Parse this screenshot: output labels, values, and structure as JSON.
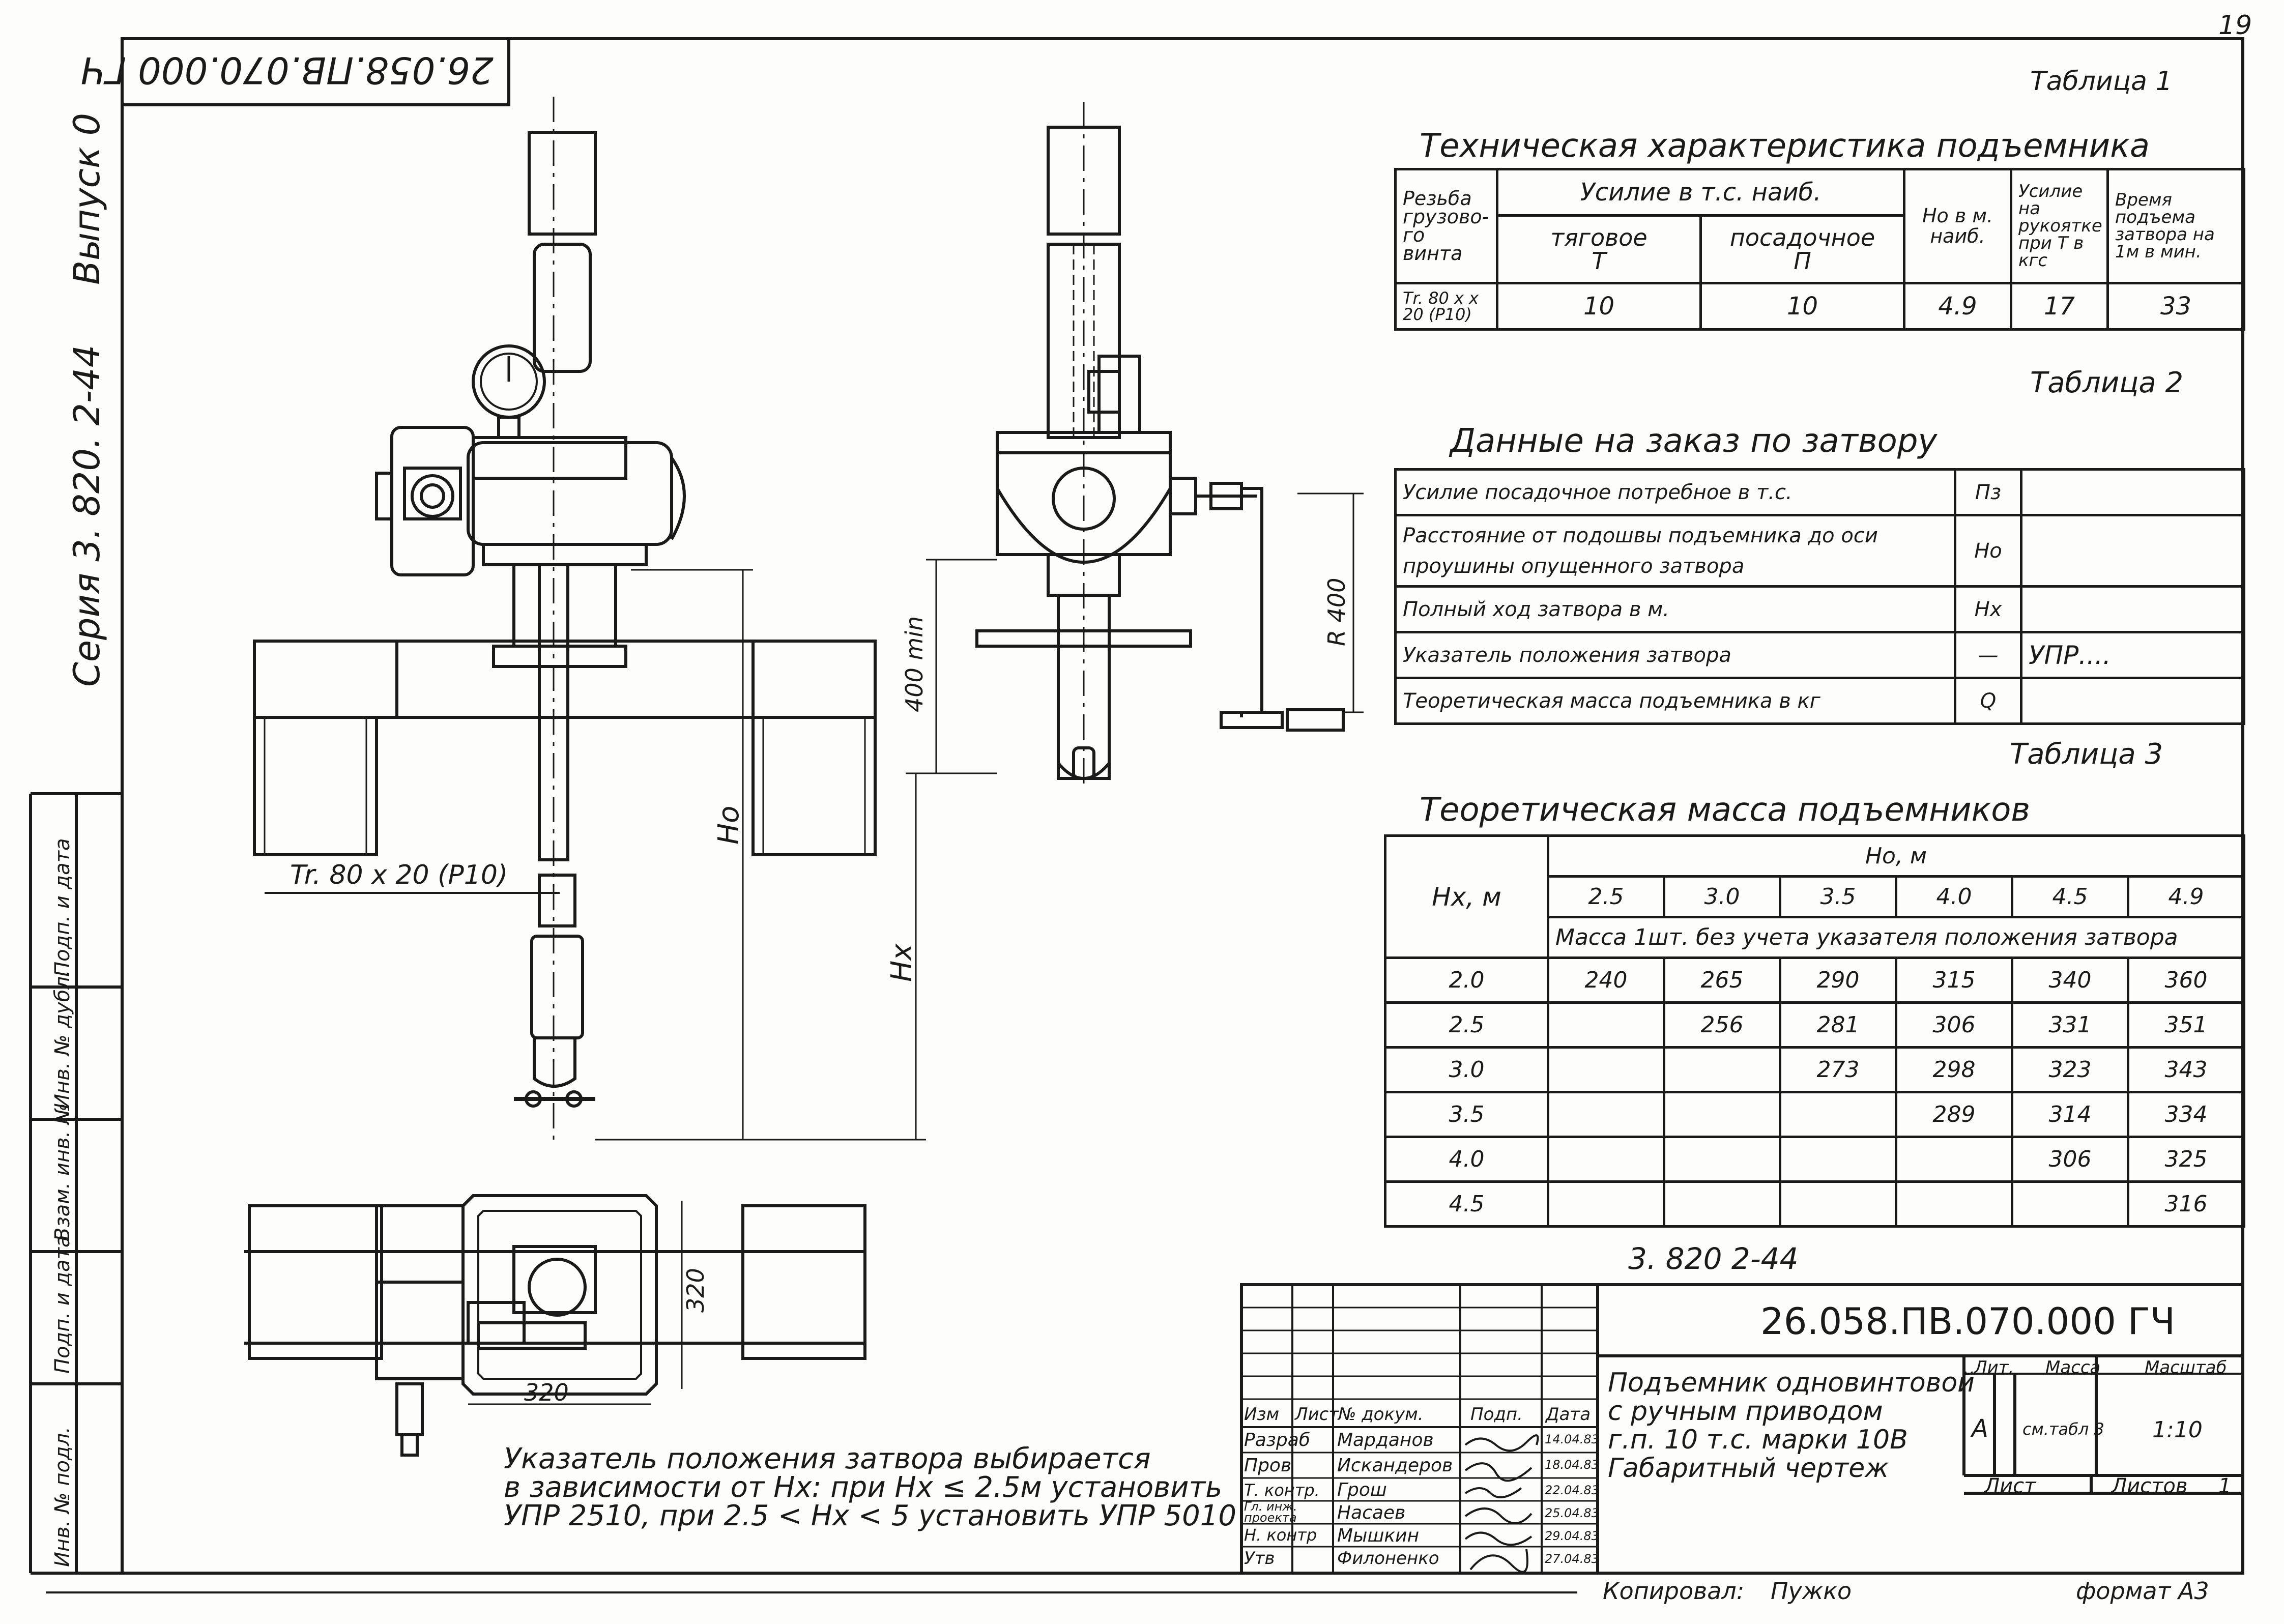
{
  "sheet": {
    "page_number": "19",
    "mirrored_code": "26.058.ПВ.070.000 ГЧ",
    "series": "Серия 3. 820. 2-44",
    "issue": "Выпуск 0",
    "series_bottom": "3. 820 2-44",
    "copied_by_label": "Копировал:",
    "copied_by": "Пужко",
    "format": "формат А3"
  },
  "table1": {
    "label": "Таблица 1",
    "title": "Техническая характеристика подъемника",
    "h_thread": "Резьба грузово-го винта",
    "h_force": "Усилие в т.с. наиб.",
    "h_traction": "тяговое",
    "h_traction_sym": "Т",
    "h_landing": "посадочное",
    "h_landing_sym": "П",
    "h_ho": "Но в м. наиб.",
    "h_handle": "Усилие на рукоятке при Т в кгс",
    "h_time": "Время подъема затвора на 1м в мин.",
    "row": {
      "thread": "Тr. 80 x x 20 (Р10)",
      "traction": "10",
      "landing": "10",
      "ho": "4.9",
      "handle": "17",
      "time": "33"
    }
  },
  "table2": {
    "label": "Таблица 2",
    "title": "Данные на заказ по затвору",
    "rows": [
      {
        "text": "Усилие посадочное потребное в т.с.",
        "sym": "Пз",
        "val": ""
      },
      {
        "text": "Расстояние от подошвы подъемника до оси проушины опущенного затвора",
        "sym": "Но",
        "val": ""
      },
      {
        "text": "Полный ход затвора в м.",
        "sym": "Нх",
        "val": ""
      },
      {
        "text": "Указатель положения затвора",
        "sym": "—",
        "val": "УПР...."
      },
      {
        "text": "Теоретическая масса подъемника в кг",
        "sym": "Q",
        "val": ""
      }
    ]
  },
  "table3": {
    "label": "Таблица 3",
    "title": "Теоретическая масса подъемников",
    "hx_label": "Нх, м",
    "ho_label": "Но, м",
    "ho_values": [
      "2.5",
      "3.0",
      "3.5",
      "4.0",
      "4.5",
      "4.9"
    ],
    "subheader": "Масса 1шт. без учета указателя положения затвора",
    "rows": [
      {
        "hx": "2.0",
        "m": [
          "240",
          "265",
          "290",
          "315",
          "340",
          "360"
        ]
      },
      {
        "hx": "2.5",
        "m": [
          "",
          "256",
          "281",
          "306",
          "331",
          "351"
        ]
      },
      {
        "hx": "3.0",
        "m": [
          "",
          "",
          "273",
          "298",
          "323",
          "343"
        ]
      },
      {
        "hx": "3.5",
        "m": [
          "",
          "",
          "",
          "289",
          "314",
          "334"
        ]
      },
      {
        "hx": "4.0",
        "m": [
          "",
          "",
          "",
          "",
          "306",
          "325"
        ]
      },
      {
        "hx": "4.5",
        "m": [
          "",
          "",
          "",
          "",
          "",
          "316"
        ]
      }
    ]
  },
  "drawing": {
    "thread_label": "Tr. 80 x 20 (P10)",
    "dim_ho": "Но",
    "dim_hx": "Нх",
    "dim_400": "400 min",
    "dim_r400": "R 400",
    "dim_320_h": "320",
    "dim_320_v": "320"
  },
  "note": {
    "line1": "Указатель положения затвора выбирается",
    "line2": "в зависимости от Нх: при Нх ≤ 2.5м установить",
    "line3": "УПР 2510, при 2.5 < Нх < 5 установить УПР 5010"
  },
  "title_block": {
    "code": "26.058.ПВ.070.000 ГЧ",
    "name_line1": "Подъемник одновинтовой",
    "name_line2": "с ручным приводом",
    "name_line3": "г.п. 10 т.с. марки 10В",
    "name_line4": "Габаритный чертеж",
    "h_lit": "Лит.",
    "h_mass": "Масса",
    "h_scale": "Масштаб",
    "lit": "А",
    "mass": "см.табл 3",
    "scale": "1:10",
    "sheet_label": "Лист",
    "sheets_label": "Листов",
    "sheets_value": "1",
    "col_headers": [
      "Изм",
      "Лист",
      "№ докум.",
      "Подп.",
      "Дата"
    ],
    "signers": [
      {
        "role": "Разраб",
        "name": "Марданов",
        "date": "14.04.83"
      },
      {
        "role": "Пров",
        "name": "Искандеров",
        "date": "18.04.83"
      },
      {
        "role": "Т. контр.",
        "name": "Грош",
        "date": "22.04.83"
      },
      {
        "role": "Гл. инж. проекта",
        "name": "Насаев",
        "date": "25.04.83"
      },
      {
        "role": "Н. контр",
        "name": "Мышкин",
        "date": "29.04.83"
      },
      {
        "role": "Утв",
        "name": "Филоненко",
        "date": "27.04.83"
      }
    ]
  },
  "side_stamp": [
    "Инв. № подл.",
    "Подп. и дата",
    "Взам. инв. №",
    "Инв. № дубл.",
    "Подп. и дата"
  ]
}
